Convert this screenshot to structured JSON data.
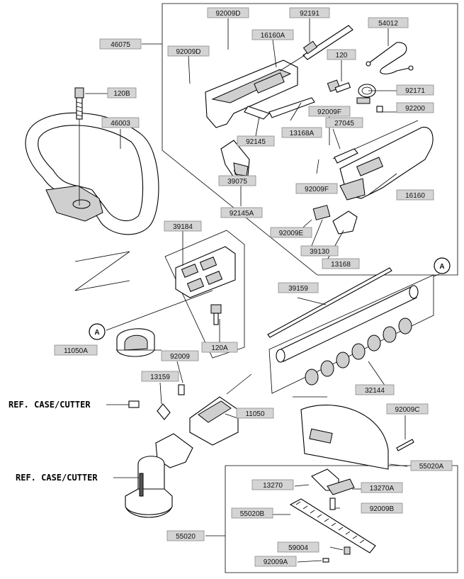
{
  "callouts": {
    "p92009D_a": "92009D",
    "p92191": "92191",
    "p54012": "54012",
    "p46075": "46075",
    "p16160A": "16160A",
    "p92009D_b": "92009D",
    "p120": "120",
    "p120B": "120B",
    "p92171": "92171",
    "p46003": "46003",
    "p92009F_a": "92009F",
    "p92200": "92200",
    "p92145": "92145",
    "p13168A": "13168A",
    "p27045": "27045",
    "p39075": "39075",
    "p92009F_b": "92009F",
    "p16160": "16160",
    "p92145A": "92145A",
    "p39184": "39184",
    "p92009E": "92009E",
    "p39130": "39130",
    "p13168": "13168",
    "p39159": "39159",
    "p11050A": "11050A",
    "p120A": "120A",
    "p92009": "92009",
    "p32144": "32144",
    "p13159": "13159",
    "p92009C": "92009C",
    "p11050": "11050",
    "p55020A": "55020A",
    "p13270": "13270",
    "p13270A": "13270A",
    "p55020B": "55020B",
    "p92009B": "92009B",
    "p55020": "55020",
    "p59004": "59004",
    "p92009A": "92009A"
  },
  "markers": {
    "a_left": "A",
    "a_right": "A"
  },
  "references": {
    "ref1": "REF. CASE/CUTTER",
    "ref2": "REF. CASE/CUTTER"
  }
}
